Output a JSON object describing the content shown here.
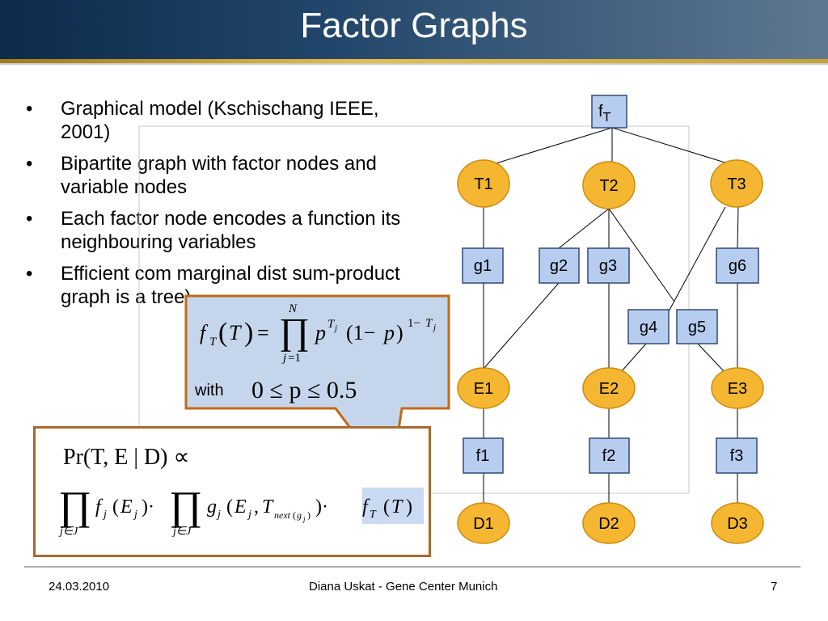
{
  "slide": {
    "title": "Factor Graphs",
    "bullets": [
      "Graphical model (Kschischang IEEE, 2001)",
      "Bipartite graph with factor nodes and variable nodes",
      "Each factor node encodes a function its neighbouring variables",
      "Efficient com marginal dist sum-product graph is a tree)"
    ],
    "footer": {
      "date": "24.03.2010",
      "author": "Diana Uskat - Gene Center Munich",
      "page": "7"
    }
  },
  "callout": {
    "with_label": "with",
    "condition": "0 ≤ p ≤ 0.5"
  },
  "formula": {
    "lhs": "Pr(T, E | D) ∝"
  },
  "graph": {
    "factor_top": {
      "main": "f",
      "sub": "T"
    },
    "variables_T": [
      "T1",
      "T2",
      "T3"
    ],
    "factors_g": [
      "g1",
      "g2",
      "g3",
      "g6",
      "g4",
      "g5"
    ],
    "variables_E": [
      "E1",
      "E2",
      "E3"
    ],
    "factors_f": [
      "f1",
      "f2",
      "f3"
    ],
    "variables_D": [
      "D1",
      "D2",
      "D3"
    ]
  },
  "colors": {
    "variable_fill": "#f5b731",
    "variable_stroke": "#d08a10",
    "factor_fill": "#b7cdf0",
    "factor_stroke": "#304a78",
    "callout_fill": "#c5d6ec",
    "callout_stroke": "#c06a16",
    "formula_border": "#a86a2e",
    "highlight": "#c9daf2"
  }
}
